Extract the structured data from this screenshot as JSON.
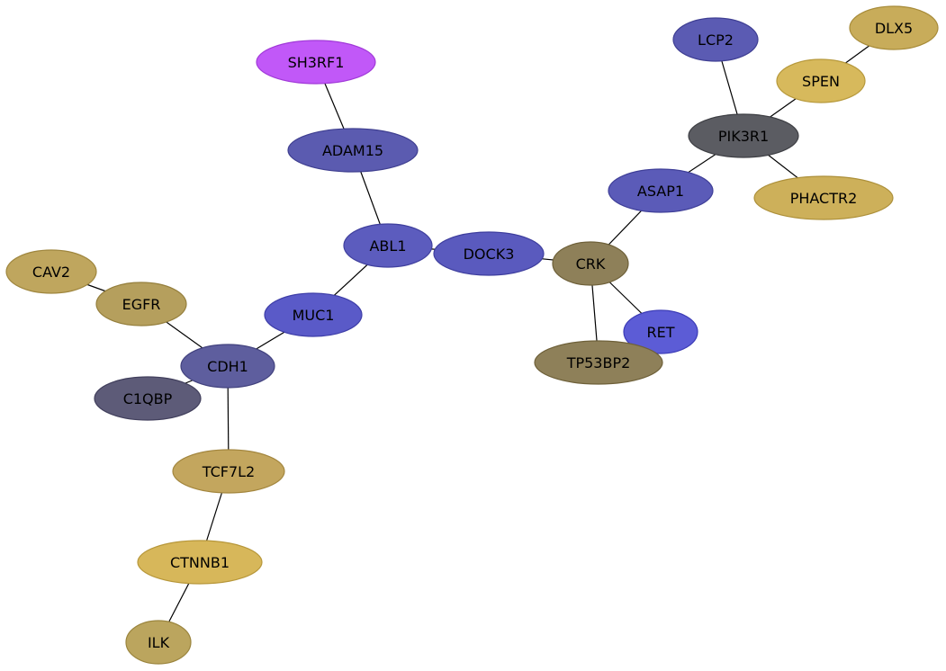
{
  "nodes": [
    {
      "id": "SH3RF1",
      "label": "SH3RF1",
      "fill": "#c158f8",
      "stroke": "#a13ad8"
    },
    {
      "id": "ADAM15",
      "label": "ADAM15",
      "fill": "#5b5bb0",
      "stroke": "#3f3f90"
    },
    {
      "id": "ABL1",
      "label": "ABL1",
      "fill": "#5c5cbe",
      "stroke": "#40409e"
    },
    {
      "id": "DOCK3",
      "label": "DOCK3",
      "fill": "#5a5abe",
      "stroke": "#3e3e9e"
    },
    {
      "id": "CRK",
      "label": "CRK",
      "fill": "#8e8059",
      "stroke": "#6e6039"
    },
    {
      "id": "RET",
      "label": "RET",
      "fill": "#5c5cd6",
      "stroke": "#3c3cb6"
    },
    {
      "id": "TP53BP2",
      "label": "TP53BP2",
      "fill": "#8e8059",
      "stroke": "#6e6039"
    },
    {
      "id": "ASAP1",
      "label": "ASAP1",
      "fill": "#5b5bb8",
      "stroke": "#3f3f98"
    },
    {
      "id": "PIK3R1",
      "label": "PIK3R1",
      "fill": "#5b5c62",
      "stroke": "#3e3f44"
    },
    {
      "id": "LCP2",
      "label": "LCP2",
      "fill": "#5b5bb3",
      "stroke": "#3f3f93"
    },
    {
      "id": "SPEN",
      "label": "SPEN",
      "fill": "#d7b95c",
      "stroke": "#b7993c"
    },
    {
      "id": "DLX5",
      "label": "DLX5",
      "fill": "#c8ac5a",
      "stroke": "#a88c3a"
    },
    {
      "id": "PHACTR2",
      "label": "PHACTR2",
      "fill": "#cdb05a",
      "stroke": "#ad903a"
    },
    {
      "id": "MUC1",
      "label": "MUC1",
      "fill": "#5a5ac8",
      "stroke": "#3e3ea8"
    },
    {
      "id": "CDH1",
      "label": "CDH1",
      "fill": "#5e5e9e",
      "stroke": "#42427e"
    },
    {
      "id": "EGFR",
      "label": "EGFR",
      "fill": "#b59f5d",
      "stroke": "#957f3d"
    },
    {
      "id": "CAV2",
      "label": "CAV2",
      "fill": "#bfa65e",
      "stroke": "#9f863e"
    },
    {
      "id": "C1QBP",
      "label": "C1QBP",
      "fill": "#5d5b78",
      "stroke": "#413f5c"
    },
    {
      "id": "TCF7L2",
      "label": "TCF7L2",
      "fill": "#c3a65e",
      "stroke": "#a3863e"
    },
    {
      "id": "CTNNB1",
      "label": "CTNNB1",
      "fill": "#d7b75a",
      "stroke": "#b7973a"
    },
    {
      "id": "ILK",
      "label": "ILK",
      "fill": "#bba55e",
      "stroke": "#9b853e"
    }
  ],
  "edges": [
    [
      "SH3RF1",
      "ADAM15"
    ],
    [
      "ADAM15",
      "ABL1"
    ],
    [
      "ABL1",
      "DOCK3"
    ],
    [
      "ABL1",
      "MUC1"
    ],
    [
      "DOCK3",
      "CRK"
    ],
    [
      "CRK",
      "RET"
    ],
    [
      "CRK",
      "TP53BP2"
    ],
    [
      "CRK",
      "ASAP1"
    ],
    [
      "ASAP1",
      "PIK3R1"
    ],
    [
      "PIK3R1",
      "LCP2"
    ],
    [
      "PIK3R1",
      "SPEN"
    ],
    [
      "SPEN",
      "DLX5"
    ],
    [
      "PIK3R1",
      "PHACTR2"
    ],
    [
      "MUC1",
      "CDH1"
    ],
    [
      "CDH1",
      "EGFR"
    ],
    [
      "EGFR",
      "CAV2"
    ],
    [
      "CDH1",
      "C1QBP"
    ],
    [
      "CDH1",
      "TCF7L2"
    ],
    [
      "TCF7L2",
      "CTNNB1"
    ],
    [
      "CTNNB1",
      "ILK"
    ]
  ]
}
